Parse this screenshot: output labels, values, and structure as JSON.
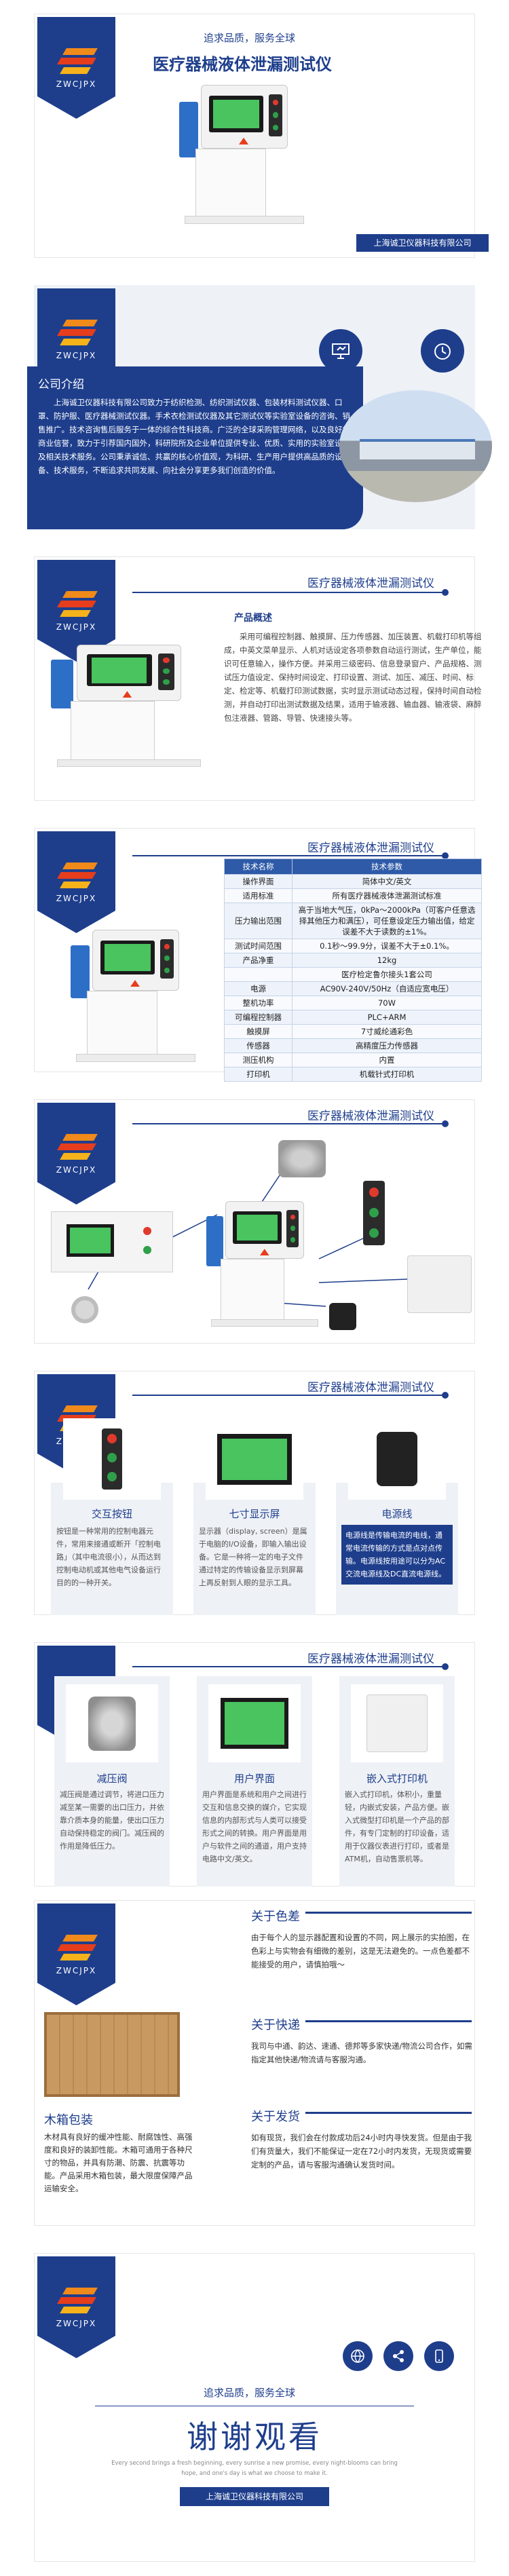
{
  "hero": {
    "slogan": "追求品质，服务全球",
    "title": "医疗器械液体泄漏测试仪",
    "company": "上海诚卫仪器科技有限公司"
  },
  "logo": {
    "text": "ZWCJPX"
  },
  "intro": {
    "heading": "公司介绍",
    "body": "上海诚卫仪器科技有限公司致力于纺织检测、纺织测试仪器、包装材料测试仪器、口罩、防护服、医疗器械测试仪器。手术衣检测试仪器及其它测试仪等实验室设备的咨询、销售推广。技术咨询售后服务于一体的综合性科技商。广泛的全球采购管理网络，以及良好的商业信誉，致力于引荐国内国外，科研院所及企业单位提供专业、优质、实用的实验室设备及相关技术服务。公司秉承诚信、共赢的核心价值观，为科研、生产用户提供高品质的设备、技术服务，不断追求共同发展、向社会分享更多我们创造的价值。",
    "icons": [
      "presentation-icon",
      "clock-icon"
    ]
  },
  "overview": {
    "section_title": "医疗器械液体泄漏测试仪",
    "heading": "产品概述",
    "body": "采用可编程控制器、触摸屏、压力传感器、加压装置、机载打印机等组成，中英文菜单显示、人机对话设定各项参数自动运行测试，生产单位，能识可任意输入，操作方便。并采用三级密码、信息登录窗户、产品规格、测试压力值设定、保持时间设定、打印设置、测试、加压、减压、时间、标定、检定等、机载打印测试数据，实时显示测试动态过程，保持时间自动检测，并自动打印出测试数据及结果，适用于输液器、输血器、输液袋、麻醉包注液器、管路、导管、快速接头等。"
  },
  "params": {
    "section_title": "医疗器械液体泄漏测试仪",
    "header": [
      "技术名称",
      "技术参数"
    ],
    "rows": [
      [
        "操作界面",
        "简体中文/英文"
      ],
      [
        "适用标准",
        "所有医疗器械液体泄漏测试标准"
      ],
      [
        "压力输出范围",
        "高于当地大气压，0kPa～2000kPa（可客户任意选择其他压力和满压），可任意设定压力输出值，给定误差不大于读数的±1%。"
      ],
      [
        "测试时间范围",
        "0.1秒～99.9分，误差不大于±0.1%。"
      ],
      [
        "产品净重",
        "12kg"
      ],
      [
        "",
        "医疗检定鲁尔接头1套公司"
      ],
      [
        "电源",
        "AC90V-240V/50Hz（自适应宽电压）"
      ],
      [
        "整机功率",
        "70W"
      ],
      [
        "可编程控制器",
        "PLC+ARM"
      ],
      [
        "触摸屏",
        "7寸威纶通彩色"
      ],
      [
        "传感器",
        "高精度压力传感器"
      ],
      [
        "测压机构",
        "内置"
      ],
      [
        "打印机",
        "机载针式打印机"
      ]
    ]
  },
  "parts": {
    "section_title": "医疗器械液体泄漏测试仪"
  },
  "detail1": {
    "section_title": "医疗器械液体泄漏测试仪",
    "cards": [
      {
        "title": "交互按钮",
        "desc": "按钮是一种常用的控制电器元件，常用来接通或断开「控制电路」（其中电流很小），从而达到控制电动机或其他电气设备运行目的的一种开关。"
      },
      {
        "title": "七寸显示屏",
        "desc": "显示器（display, screen）是属于电脑的I/O设备，即输入输出设备。它是一种将一定的电子文件通过特定的传输设备显示到屏幕上再反射到人眼的显示工具。"
      },
      {
        "title": "电源线",
        "desc": "电源线是传输电流的电线，通常电流传输的方式是点对点传输。电源线按用途可以分为AC交流电源线及DC直流电源线。"
      }
    ]
  },
  "detail2": {
    "section_title": "医疗器械液体泄漏测试仪",
    "cards": [
      {
        "title": "减压阀",
        "desc": "减压阀是通过调节，将进口压力减至某一需要的出口压力，并依靠介质本身的能量，使出口压力自动保持稳定的阀门。减压阀的作用是降低压力。"
      },
      {
        "title": "用户界面",
        "desc": "用户界面是系统和用户之间进行交互和信息交换的媒介，它实现信息的内部形式与人类可以接受形式之间的转换。用户界面是用户与软件之间的通道，用户支持电路中文/英文。"
      },
      {
        "title": "嵌入式打印机",
        "desc": "嵌入式打印机，体积小，重量轻，内嵌式安装，产品方便。嵌入式微型打印机是一个产品的部件，有专门定制的打印设备，适用于仪器仪表进行打印，或者是ATM机，自动售票机等。"
      }
    ]
  },
  "service": {
    "packing_title": "木箱包装",
    "packing_body": "木材具有良好的缓冲性能、耐腐蚀性、高强度和良好的装卸性能。木箱可通用于各种尺寸的物品，并具有防潮、防震、抗震等功能。产品采用木箱包装，最大限度保障产品运输安全。",
    "items": [
      {
        "title": "关于色差",
        "body": "由于每个人的显示器配置和设置的不同，网上展示的实拍图，在色彩上与实物会有细微的差别，这是无法避免的。一点色差都不能接受的用户，请慎拍哦～"
      },
      {
        "title": "关于快递",
        "body": "我司与中通、韵达、速通、德邦等多家快递/物流公司合作，如需指定其他快递/物流请与客服沟通。"
      },
      {
        "title": "关于发货",
        "body": "如有现货，我们会在付款成功后24小时内寻快发货。但是由于我们有货量大，我们不能保证一定在72小时内发货，无现货或需要定制的产品，请与客服沟通确认发货时间。"
      }
    ]
  },
  "footer": {
    "slogan": "追求品质，服务全球",
    "thanks": "谢谢观看",
    "tagline_1": "Every second brings a fresh beginning, every sunrise a new promise, every night-blooms can bring",
    "tagline_2": "hope, and one's day is what we choose to make it.",
    "company": "上海诚卫仪器科技有限公司",
    "icons": [
      "globe-icon",
      "share-icon",
      "phone-icon"
    ]
  }
}
